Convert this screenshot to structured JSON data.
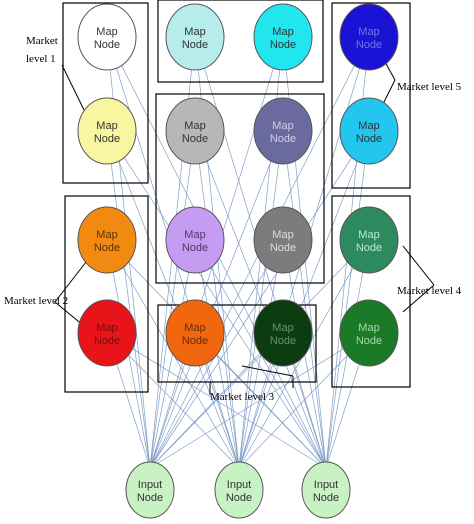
{
  "map_nodes": [
    {
      "id": "r1c1",
      "line1": "Map",
      "line2": "Node",
      "fill": "#ffffff",
      "text": "#333333"
    },
    {
      "id": "r1c2",
      "line1": "Map",
      "line2": "Node",
      "fill": "#b7ecec",
      "text": "#333333"
    },
    {
      "id": "r1c3",
      "line1": "Map",
      "line2": "Node",
      "fill": "#22e6ee",
      "text": "#333333"
    },
    {
      "id": "r1c4",
      "line1": "Map",
      "line2": "Node",
      "fill": "#1a12d4",
      "text": "#6f79e8"
    },
    {
      "id": "r2c1",
      "line1": "Map",
      "line2": "Node",
      "fill": "#f8f6a0",
      "text": "#333333"
    },
    {
      "id": "r2c2",
      "line1": "Map",
      "line2": "Node",
      "fill": "#b7b7b7",
      "text": "#333333"
    },
    {
      "id": "r2c3",
      "line1": "Map",
      "line2": "Node",
      "fill": "#6a6a9e",
      "text": "#cfcfe6"
    },
    {
      "id": "r2c4",
      "line1": "Map",
      "line2": "Node",
      "fill": "#22c6ee",
      "text": "#333333"
    },
    {
      "id": "r3c1",
      "line1": "Map",
      "line2": "Node",
      "fill": "#f28a12",
      "text": "#5a3306"
    },
    {
      "id": "r3c2",
      "line1": "Map",
      "line2": "Node",
      "fill": "#c69cf2",
      "text": "#4b3966"
    },
    {
      "id": "r3c3",
      "line1": "Map",
      "line2": "Node",
      "fill": "#7c7c7c",
      "text": "#dcdcdc"
    },
    {
      "id": "r3c4",
      "line1": "Map",
      "line2": "Node",
      "fill": "#2d8a5f",
      "text": "#bfe6d2"
    },
    {
      "id": "r4c1",
      "line1": "Map",
      "line2": "Node",
      "fill": "#e8141a",
      "text": "#7a0a0d"
    },
    {
      "id": "r4c2",
      "line1": "Map",
      "line2": "Node",
      "fill": "#f2670e",
      "text": "#6a2a06"
    },
    {
      "id": "r4c3",
      "line1": "Map",
      "line2": "Node",
      "fill": "#0c3d10",
      "text": "#6f8f73"
    },
    {
      "id": "r4c4",
      "line1": "Map",
      "line2": "Node",
      "fill": "#1b7a28",
      "text": "#a8d8b0"
    }
  ],
  "input_nodes": [
    {
      "id": "in1",
      "line1": "Input",
      "line2": "Node",
      "fill": "#c8f2c4",
      "text": "#333333"
    },
    {
      "id": "in2",
      "line1": "Input",
      "line2": "Node",
      "fill": "#c8f2c4",
      "text": "#333333"
    },
    {
      "id": "in3",
      "line1": "Input",
      "line2": "Node",
      "fill": "#c8f2c4",
      "text": "#333333"
    }
  ],
  "market_labels": {
    "level1_line1": "Market",
    "level1_line2": "level 1",
    "level2": "Market level 2",
    "level3": "Market level 3",
    "level4": "Market level 4",
    "level5": "Market level 5"
  },
  "colors": {
    "connection": "#6c8fc0",
    "node_stroke": "#555555",
    "box_stroke": "#000000"
  }
}
